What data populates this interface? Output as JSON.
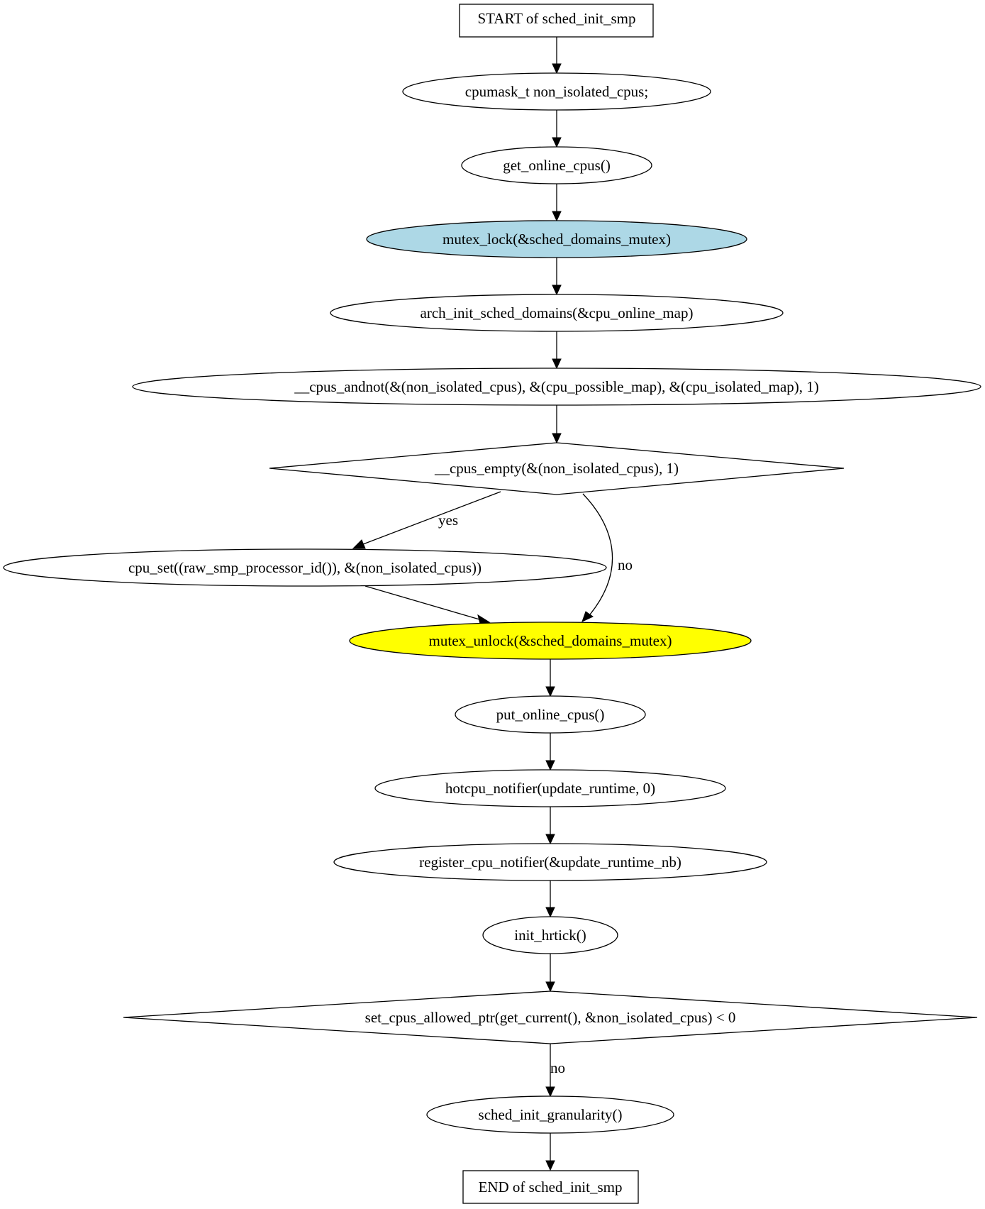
{
  "diagram": {
    "colors": {
      "default_fill": "#ffffff",
      "lock_fill": "#add8e6",
      "unlock_fill": "#ffff00",
      "stroke": "#000000"
    },
    "nodes": {
      "start": "START of sched_init_smp",
      "decl": "cpumask_t non_isolated_cpus;",
      "get_online": "get_online_cpus()",
      "mutex_lock": "mutex_lock(&sched_domains_mutex)",
      "arch_init": "arch_init_sched_domains(&cpu_online_map)",
      "andnot": "__cpus_andnot(&(non_isolated_cpus), &(cpu_possible_map), &(cpu_isolated_map), 1)",
      "empty_check": "__cpus_empty(&(non_isolated_cpus), 1)",
      "cpu_set": "cpu_set((raw_smp_processor_id()), &(non_isolated_cpus))",
      "mutex_unlock": "mutex_unlock(&sched_domains_mutex)",
      "put_online": "put_online_cpus()",
      "hotcpu": "hotcpu_notifier(update_runtime, 0)",
      "register": "register_cpu_notifier(&update_runtime_nb)",
      "hrtick": "init_hrtick()",
      "allowed_check": "set_cpus_allowed_ptr(get_current(), &non_isolated_cpus) < 0",
      "granularity": "sched_init_granularity()",
      "end": "END of sched_init_smp"
    },
    "edge_labels": {
      "empty_yes": "yes",
      "empty_no": "no",
      "allowed_no": "no"
    }
  }
}
